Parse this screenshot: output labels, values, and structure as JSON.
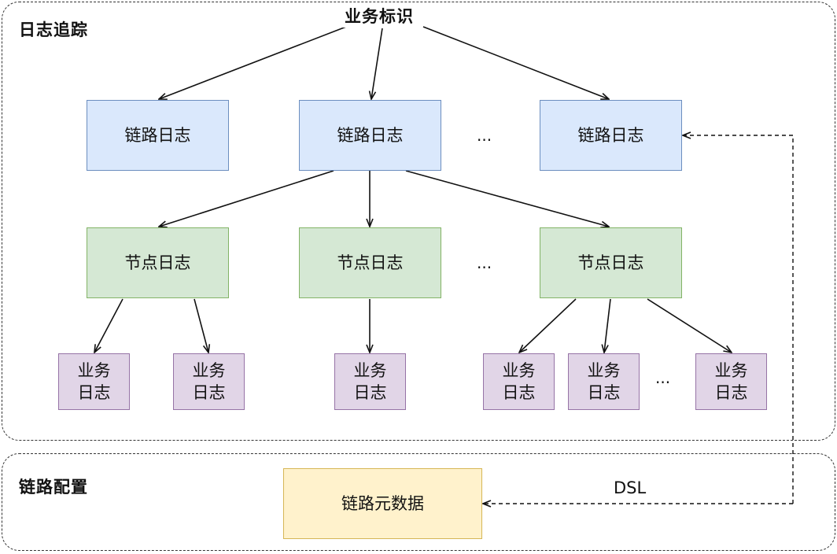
{
  "groups": {
    "trace": {
      "label": "日志追踪"
    },
    "config": {
      "label": "链路配置"
    }
  },
  "root": {
    "label": "业务标识"
  },
  "link_logs": [
    "链路日志",
    "链路日志",
    "链路日志"
  ],
  "node_logs": [
    "节点日志",
    "节点日志",
    "节点日志"
  ],
  "biz_logs": [
    {
      "line1": "业务",
      "line2": "日志"
    },
    {
      "line1": "业务",
      "line2": "日志"
    },
    {
      "line1": "业务",
      "line2": "日志"
    },
    {
      "line1": "业务",
      "line2": "日志"
    },
    {
      "line1": "业务",
      "line2": "日志"
    },
    {
      "line1": "业务",
      "line2": "日志"
    }
  ],
  "ellipsis": "...",
  "metadata": {
    "label": "链路元数据"
  },
  "dsl_label": "DSL"
}
